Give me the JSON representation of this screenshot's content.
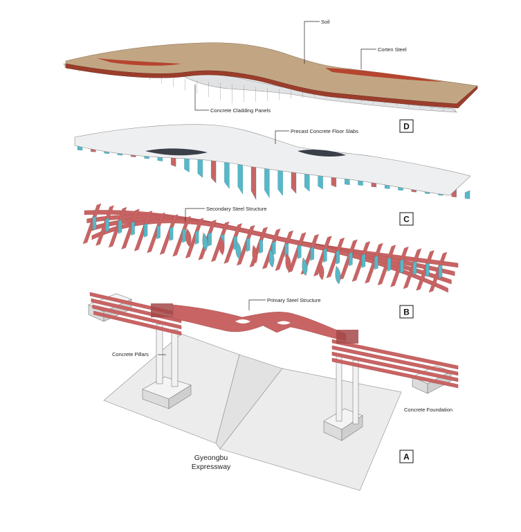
{
  "labels": {
    "soil": "Soil",
    "corten_steel": "Corten Steel",
    "cladding": "Concrete Cladding Panels",
    "floor_slabs": "Precast Concrete Floor Slabs",
    "secondary_steel": "Secondary Steel Structure",
    "primary_steel": "Primary Steel Structure",
    "pillars": "Concrete Pillars",
    "foundation": "Concrete Foundation",
    "expressway_line1": "Gyeongbu",
    "expressway_line2": "Expressway"
  },
  "layers": [
    "D",
    "C",
    "B",
    "A"
  ],
  "colors": {
    "soil": "#c2a684",
    "corten": "#b5452f",
    "steel": "#c96464",
    "steel_dark": "#a44848",
    "fin": "#56b8c8",
    "slab": "#eeeff1",
    "cladding": "#e2e4e6",
    "ground": "#ebebeb",
    "line": "#666666"
  }
}
